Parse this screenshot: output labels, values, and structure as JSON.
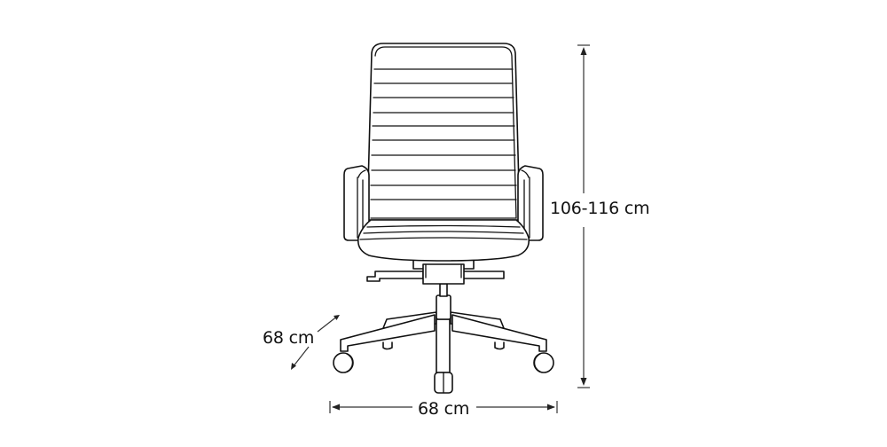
{
  "diagram": {
    "subject": "office-chair-front-view",
    "line_color": "#111111",
    "background": "#ffffff",
    "dimensions": {
      "height": {
        "label": "106-116 cm"
      },
      "width": {
        "label": "68 cm"
      },
      "depth": {
        "label": "68 cm"
      }
    },
    "backrest": {
      "horizontal_stitch_lines": 10
    },
    "seat": {
      "stitch_lines": 3
    },
    "base": {
      "legs": 5,
      "casters_visible": 3
    }
  }
}
